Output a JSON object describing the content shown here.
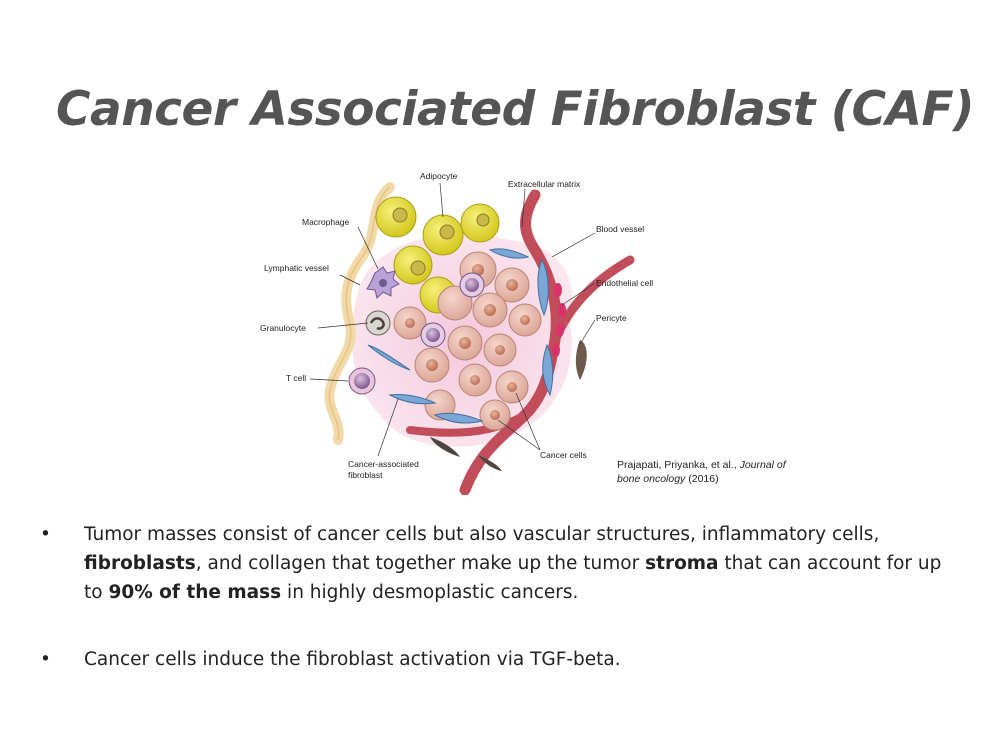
{
  "slide": {
    "title": "Cancer Associated Fibroblast (CAF)"
  },
  "figure": {
    "labels": {
      "adipocyte": "Adipocyte",
      "extracellular_matrix": "Extracellular matrix",
      "macrophage": "Macrophage",
      "blood_vessel": "Blood vessel",
      "lymphatic_vessel": "Lymphatic vessel",
      "endothelial_cell": "Endothelial cell",
      "pericyte": "Pericyte",
      "granulocyte": "Granulocyte",
      "t_cell": "T cell",
      "cancer_cells": "Cancer cells",
      "caf_line1": "Cancer-associated",
      "caf_line2": "fibroblast"
    },
    "citation": {
      "authors": "Prajapati, Priyanka, et al., ",
      "journal_line1": "Journal of",
      "journal_line2": "bone oncology",
      "year": " (2016)"
    }
  },
  "bullets": {
    "marker": "•",
    "b1": {
      "t1": "Tumor masses consist of cancer cells but also vascular structures, inflammatory cells, ",
      "bold1": "fibroblasts",
      "t2": ", and collagen that together make up the tumor ",
      "bold2": "stroma",
      "t3": " that can account for up to ",
      "bold3": "90% of the mass",
      "t4": " in highly desmoplastic cancers."
    },
    "b2": {
      "text": "Cancer cells induce the fibroblast activation via TGF-beta."
    }
  }
}
